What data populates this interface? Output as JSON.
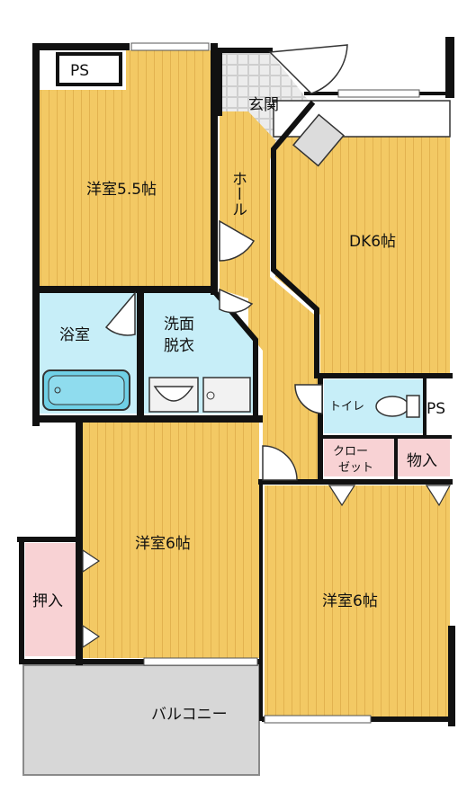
{
  "floor_plan": {
    "rooms": {
      "western_5_5": "洋室5.5帖",
      "dk": "DK6帖",
      "entrance": "玄関",
      "hall": "ホール",
      "bath": "浴室",
      "washroom_line1": "洗面",
      "washroom_line2": "脱衣",
      "toilet": "トイレ",
      "closet_line1": "クロー",
      "closet_line2": "ゼット",
      "storage": "物入",
      "western_6_left": "洋室6帖",
      "western_6_right": "洋室6帖",
      "oshiire": "押入",
      "balcony": "バルコニー"
    },
    "ps_labels": [
      "PS",
      "PS"
    ],
    "colors": {
      "floor_wood": "#f3c964",
      "floor_stripe": "#e2b24f",
      "wet_area": "#c7eef8",
      "closet_pink": "#f8d2d4",
      "balcony_gray": "#d7d7d7",
      "tile_gray": "#e8e8e8",
      "wall": "#111111"
    }
  }
}
